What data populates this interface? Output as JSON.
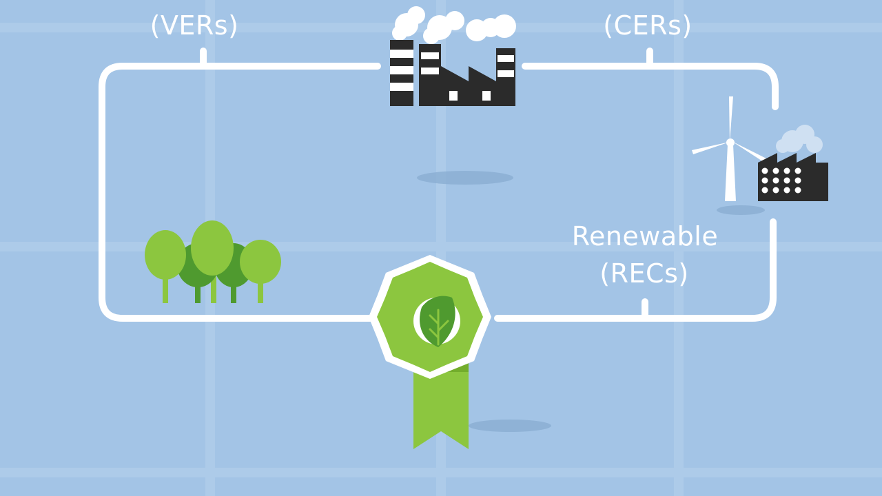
{
  "labels": {
    "vers": "(VERs)",
    "cers": "(CERs)",
    "renewable": "Renewable",
    "recs": "(RECs)"
  },
  "icons": {
    "top": "factory-icon",
    "right": "wind-turbine-factory-icon",
    "left": "trees-icon",
    "bottom": "award-ribbon-leaf-icon"
  },
  "colors": {
    "background": "#a3c4e6",
    "loop": "#ffffff",
    "factory": "#2b2b2b",
    "green_light": "#8cc63f",
    "green_dark": "#4f9a2f"
  }
}
